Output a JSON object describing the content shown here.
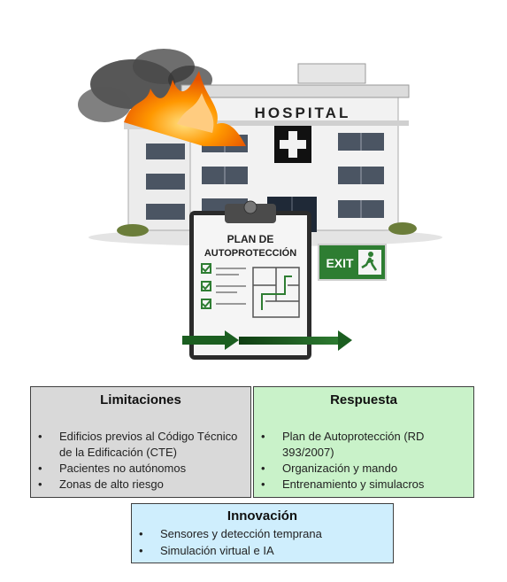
{
  "illustration": {
    "building_sign": "HOSPITAL",
    "clipboard_title_line1": "PLAN DE",
    "clipboard_title_line2": "AUTOPROTECCIÓN",
    "exit_sign": "EXIT",
    "icons": [
      "fire-icon",
      "smoke-icon",
      "hospital-building-icon",
      "medical-cross-icon",
      "clipboard-icon",
      "checkbox-icon",
      "floor-plan-icon",
      "exit-sign-icon",
      "arrow-icon"
    ],
    "colors": {
      "exit_green": "#2e7d32",
      "arrow_green": "#1b5e20",
      "fire_orange": "#f57c00"
    }
  },
  "limitaciones": {
    "title": "Limitaciones",
    "items": [
      "Edificios previos al Código Técnico de la Edificación (CTE)",
      "Pacientes no autónomos",
      "Zonas de alto riesgo"
    ],
    "bg_color": "#d9d9d9"
  },
  "respuesta": {
    "title": "Respuesta",
    "items": [
      "Plan de Autoprotección (RD 393/2007)",
      "Organización y mando",
      "Entrenamiento y simulacros"
    ],
    "bg_color": "#c9f2c9"
  },
  "innovacion": {
    "title": "Innovación",
    "items": [
      "Sensores y detección temprana",
      "Simulación virtual e IA"
    ],
    "bg_color": "#cfeefd"
  }
}
